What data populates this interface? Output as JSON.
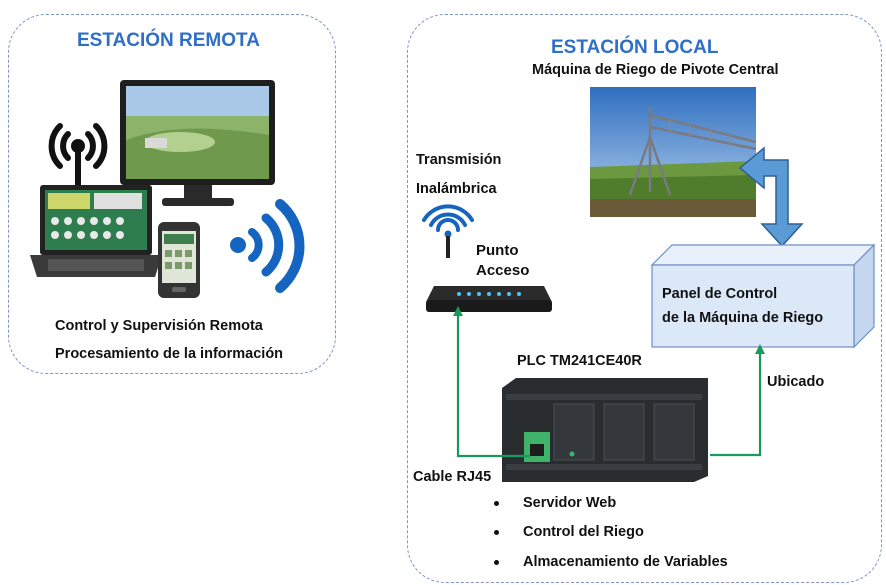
{
  "remote": {
    "title": "ESTACIÓN REMOTA",
    "line1": "Control y Supervisión Remota",
    "line2": "Procesamiento de la información"
  },
  "local": {
    "title": "ESTACIÓN LOCAL",
    "machine_label": "Máquina de Riego de Pivote Central",
    "tx_line1": "Transmisión",
    "tx_line2": "Inalámbrica",
    "ap_line1": "Punto",
    "ap_line2": "Acceso",
    "panel_line1": "Panel de Control",
    "panel_line2": "de la Máquina de Riego",
    "plc_label": "PLC TM241CE40R",
    "located_label": "Ubicado",
    "cable_label": "Cable RJ45",
    "features": [
      "Servidor Web",
      "Control del Riego",
      "Almacenamiento de Variables"
    ]
  },
  "colors": {
    "title": "#2f6fc6",
    "cable": "#1a9a5a",
    "arrow": "#5b9bd5",
    "wifi": "#1565c0",
    "panel": "#dbe8f8"
  }
}
